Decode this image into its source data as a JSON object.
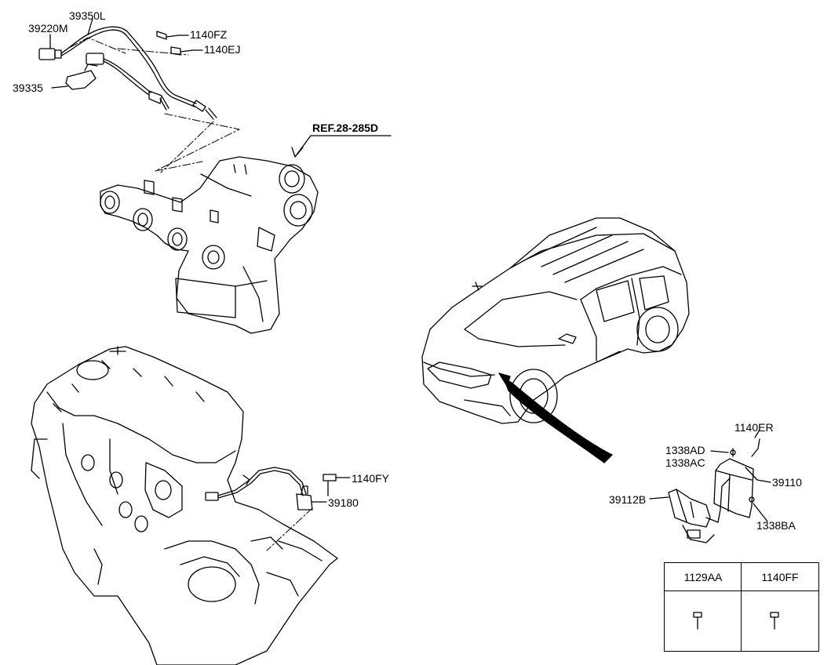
{
  "labels": {
    "p39350L": "39350L",
    "p39220M": "39220M",
    "p1140FZ": "1140FZ",
    "p1140EJ": "1140EJ",
    "p39335": "39335",
    "ref": "REF.28-285D",
    "p1140ER": "1140ER",
    "p1338AD": "1338AD",
    "p1338AC": "1338AC",
    "p39110": "39110",
    "p39112B": "39112B",
    "p1338BA": "1338BA",
    "p1140FY": "1140FY",
    "p39180": "39180"
  },
  "parts_table": {
    "headers": [
      "1129AA",
      "1140FF"
    ]
  },
  "icons": [
    "bolt-icon",
    "bolt-icon"
  ]
}
